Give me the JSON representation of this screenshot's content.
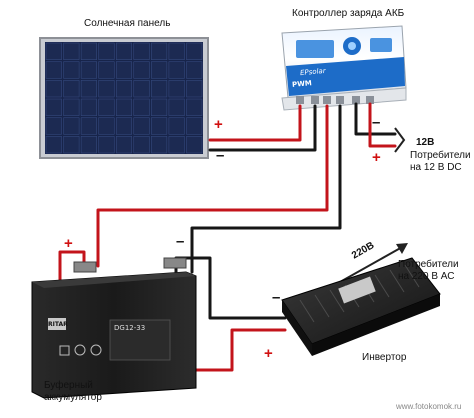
{
  "labels": {
    "solar_panel": "Солнечная панель",
    "controller": "Контроллер заряда АКБ",
    "load_12v_voltage": "12В",
    "load_12v_line1": "Потребители",
    "load_12v_line2": "на 12 В DC",
    "load_220v_voltage": "220В",
    "load_220v_line1": "Потребители",
    "load_220v_line2": "на 220 В АС",
    "inverter": "Инвертор",
    "battery_line1": "Буферный",
    "battery_line2": "аккумулятор",
    "watermark": "www.fotokomok.ru"
  },
  "device_text": {
    "controller_brand": "EPsolar",
    "controller_model": "PWM",
    "battery_brand": "RITAR",
    "battery_model": "DG12-33"
  },
  "polarity": {
    "plus": "+",
    "minus": "–"
  },
  "colors": {
    "wire_red": "#c3141b",
    "wire_black": "#161616",
    "controller_blue": "#1d6cc8",
    "panel_cell": "#1c2a52",
    "battery_body": "#1e1e1e"
  }
}
